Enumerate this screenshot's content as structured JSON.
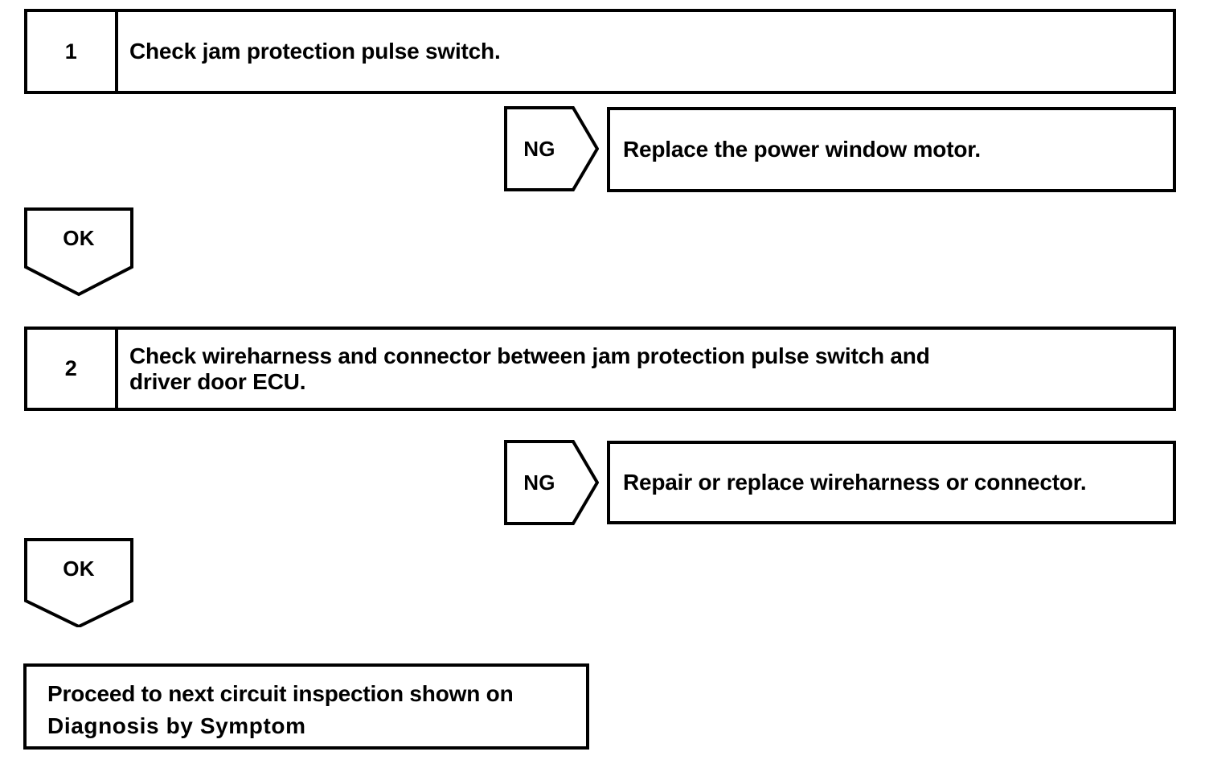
{
  "diagram": {
    "type": "troubleshooting-flowchart",
    "colors": {
      "stroke": "#000000",
      "background": "#ffffff",
      "text": "#000000"
    },
    "steps": [
      {
        "number": "1",
        "lines": [
          "Check jam protection pulse switch."
        ]
      },
      {
        "number": "2",
        "lines": [
          "Check wireharness and connector between jam protection pulse switch and",
          "driver door ECU."
        ]
      }
    ],
    "branches": [
      {
        "label": "NG",
        "action": "Replace the power window motor."
      },
      {
        "label": "NG",
        "action": "Repair or replace wireharness or connector."
      }
    ],
    "ok_connectors": [
      {
        "label": "OK"
      },
      {
        "label": "OK"
      }
    ],
    "terminal": {
      "lines": [
        "Proceed to next circuit inspection shown on",
        "Diagnosis by Symptom"
      ]
    }
  }
}
